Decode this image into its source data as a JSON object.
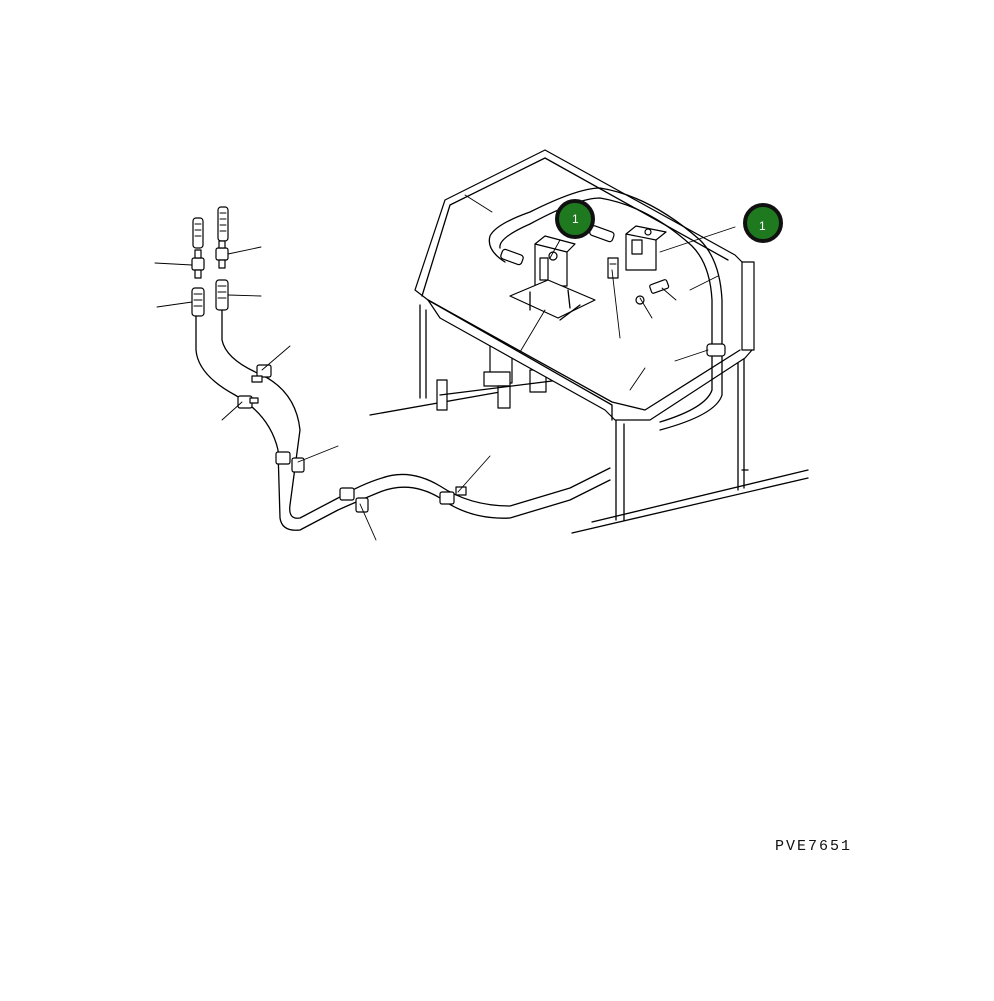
{
  "diagram": {
    "callouts": [
      {
        "id": "callout-a",
        "label": "1",
        "color": "#1f7a1f"
      },
      {
        "id": "callout-b",
        "label": "1",
        "color": "#1f7a1f"
      }
    ],
    "reference_code": "PVE7651"
  }
}
